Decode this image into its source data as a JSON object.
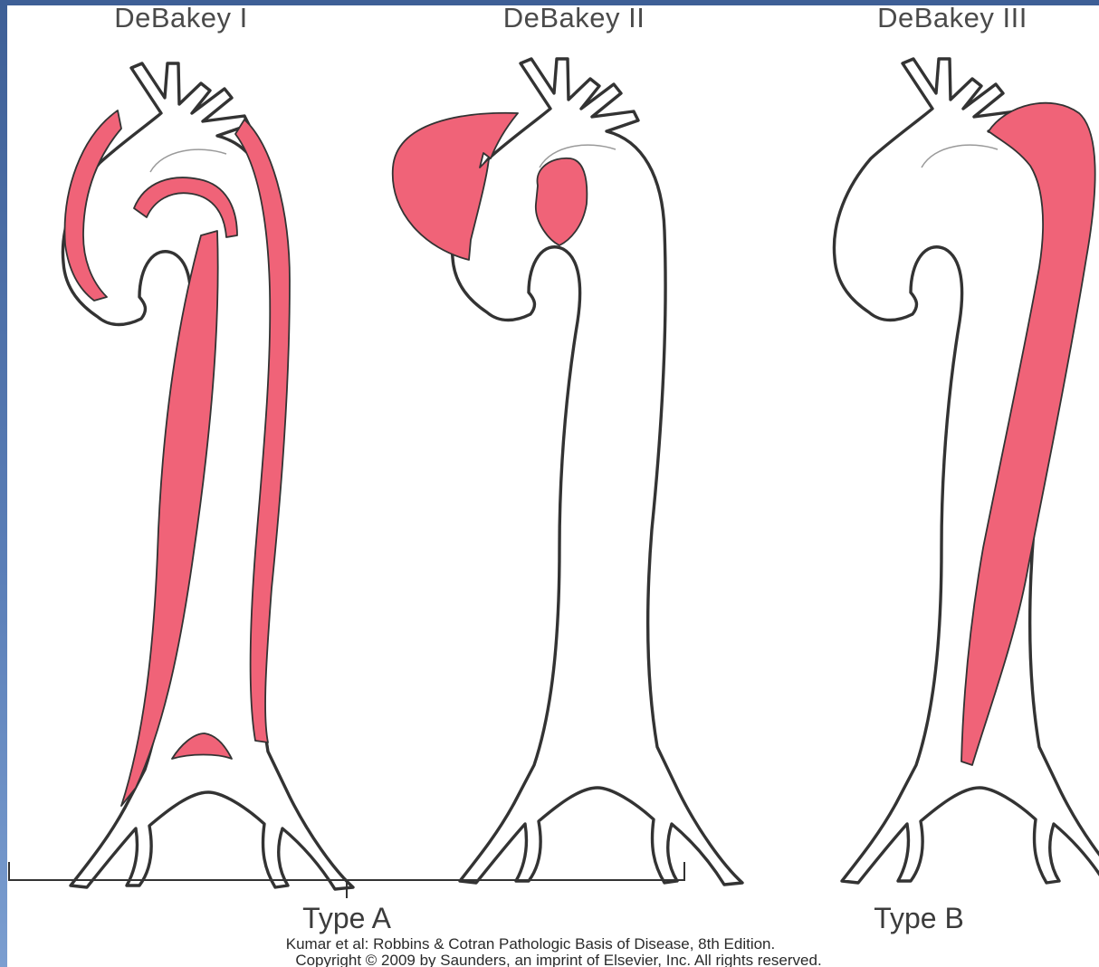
{
  "panels": [
    {
      "title": "DeBakey I"
    },
    {
      "title": "DeBakey II"
    },
    {
      "title": "DeBakey III"
    }
  ],
  "groups": [
    {
      "label": "Type A"
    },
    {
      "label": "Type B"
    }
  ],
  "citation": {
    "line1": "Kumar et al: Robbins & Cotran Pathologic Basis of Disease, 8th Edition.",
    "line2": "Copyright © 2009 by Saunders, an imprint of Elsevier, Inc. All rights reserved."
  },
  "colors": {
    "dissection": "#f06378",
    "outline": "#333333",
    "frame": "#3e5f96"
  }
}
